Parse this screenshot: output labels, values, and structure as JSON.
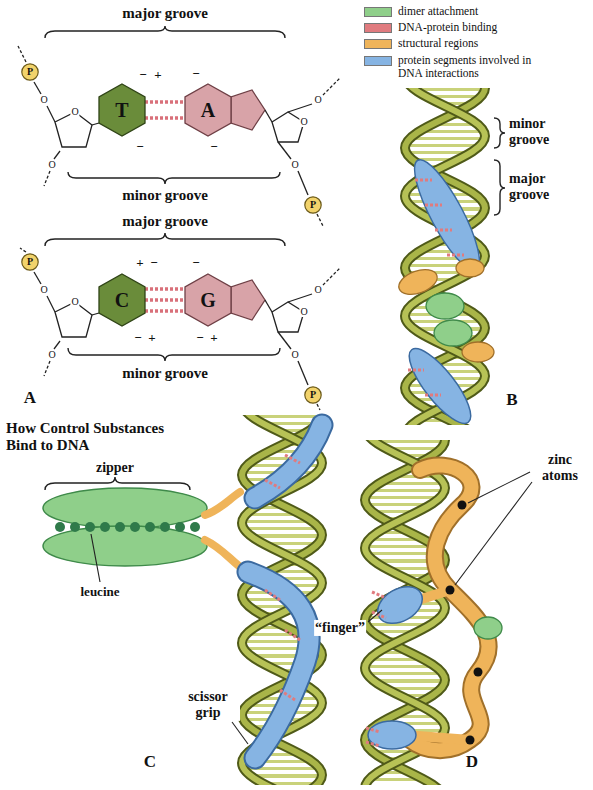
{
  "diagram": {
    "title": "How Control Substances Bind to DNA",
    "nodes": [
      {
        "text": [
          "P"
        ]
      },
      {
        "text": [
          "T"
        ]
      },
      {
        "text": [
          "A"
        ]
      },
      {
        "text": [
          "P"
        ]
      },
      {
        "text": [
          "P"
        ]
      },
      {
        "text": [
          "C"
        ]
      },
      {
        "text": [
          "G"
        ]
      },
      {
        "text": [
          "P"
        ]
      }
    ],
    "edges": [
      {
        "from": 1,
        "to": 2,
        "arrow": "none"
      },
      {
        "from": 5,
        "to": 6,
        "arrow": "none"
      }
    ],
    "labels": [
      "major groove",
      "−",
      "+",
      "−",
      "−",
      "−",
      "minor groove",
      "major groove",
      "+",
      "−",
      "−",
      "−",
      "+",
      "−",
      "+",
      "minor groove",
      "A",
      "O",
      "O",
      "O",
      "O",
      "O",
      "O",
      "O",
      "O",
      "O",
      "O",
      "O",
      "O",
      "minor groove",
      "major groove",
      "B",
      "zipper",
      "leucine",
      "scissor grip",
      "C",
      "zinc atoms",
      "“finger”",
      "D"
    ],
    "legend": [
      {
        "text": "dimer attachment",
        "color": "#8fcf8a"
      },
      {
        "text": "DNA-protein binding",
        "color": "#e07b7f"
      },
      {
        "text": "structural regions",
        "color": "#efb45a"
      },
      {
        "text": "protein segments involved in DNA interactions",
        "color": "#86b4e3"
      }
    ]
  }
}
